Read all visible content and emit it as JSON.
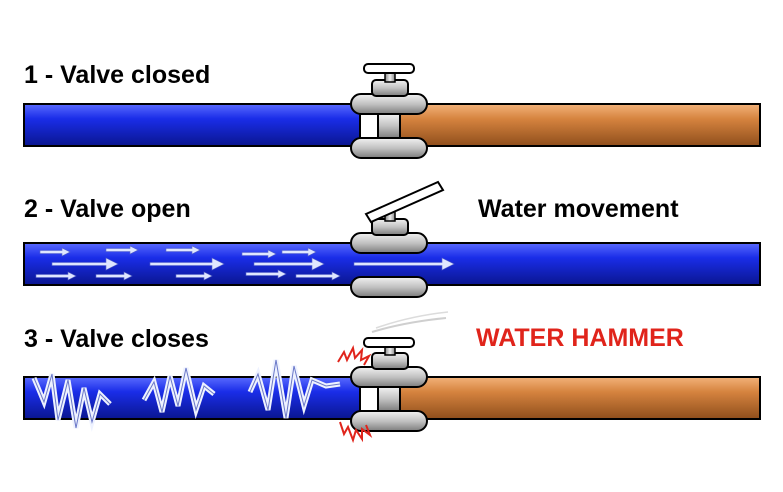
{
  "rows": [
    {
      "label": "1 - Valve closed",
      "state": "closed",
      "right_caption": ""
    },
    {
      "label": "2 - Valve open",
      "state": "open",
      "right_caption": "Water movement"
    },
    {
      "label": "3 - Valve closes",
      "state": "closing",
      "right_caption": "WATER HAMMER"
    }
  ],
  "colors": {
    "water": "#1a2de8",
    "copper": "#d6843f",
    "valve": "#c0c0c0",
    "arrow": "#dfe6ff",
    "alert": "#e0241b",
    "text": "#000000"
  },
  "icons": [
    "valve-icon",
    "handle-icon",
    "flow-arrow-icon",
    "shockwave-icon",
    "impact-burst-icon"
  ]
}
